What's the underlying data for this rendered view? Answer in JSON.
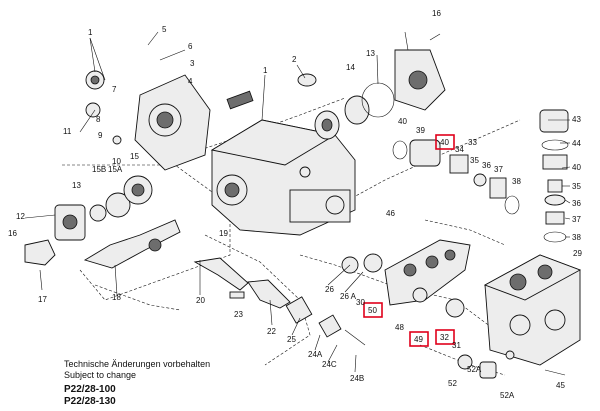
{
  "labels": {
    "1": "1",
    "2": "2",
    "3": "3",
    "4": "4",
    "5": "5",
    "6": "6",
    "7": "7",
    "8": "8",
    "9": "9",
    "10": "10",
    "11": "11",
    "12": "12",
    "13": "13",
    "14": "14",
    "15": "15",
    "15A": "15A",
    "15B": "15B",
    "16": "16",
    "16b": "16",
    "17": "17",
    "18": "18",
    "19": "19",
    "20": "20",
    "22": "22",
    "23": "23",
    "24A": "24A",
    "24B": "24B",
    "24C": "24C",
    "25": "25",
    "26": "26",
    "26A": "26 A",
    "29": "29",
    "30": "30",
    "31": "31",
    "32": "32",
    "33": "33",
    "34": "34",
    "35": "35",
    "35b": "35",
    "36": "36",
    "36b": "36",
    "37": "37",
    "37b": "37",
    "38": "38",
    "38b": "38",
    "39": "39",
    "40": "40",
    "40b": "40",
    "43": "43",
    "44": "44",
    "45": "45",
    "46": "46",
    "48": "48",
    "49": "49",
    "50": "50",
    "52": "52",
    "52A": "52A",
    "52Ab": "52A",
    "P2328": "P22/28-130"
  },
  "highlighted": [
    "40",
    "50",
    "49",
    "32"
  ],
  "notes": {
    "line1": "Technische Änderungen vorbehalten",
    "line2": "Subject to change"
  },
  "models": {
    "model1": "P22/28-100",
    "model2": "P22/28-130"
  },
  "colors": {
    "highlight_box": "#e0001b"
  }
}
